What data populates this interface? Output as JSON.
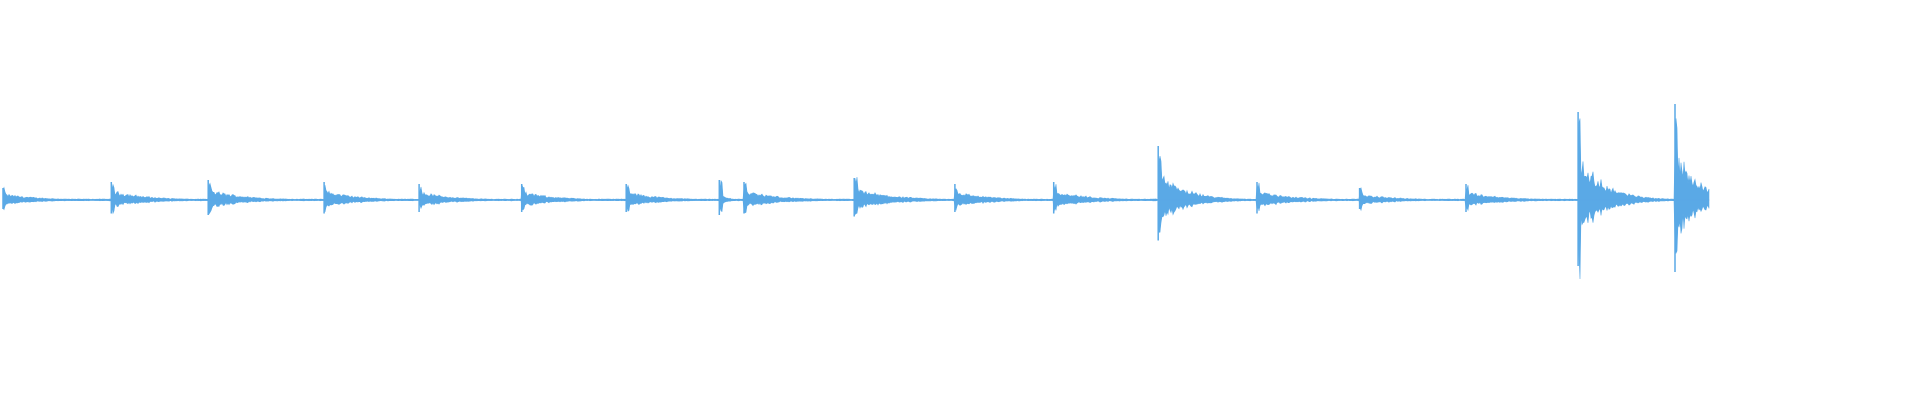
{
  "waveform": {
    "color": "#5aa9e6",
    "baseline_amplitude": 0.005,
    "transients": [
      {
        "time": 0.0,
        "peak": 0.06,
        "decay": 0.018
      },
      {
        "time": 0.057,
        "peak": 0.09,
        "decay": 0.018
      },
      {
        "time": 0.108,
        "peak": 0.1,
        "decay": 0.018
      },
      {
        "time": 0.169,
        "peak": 0.09,
        "decay": 0.017
      },
      {
        "time": 0.219,
        "peak": 0.08,
        "decay": 0.017
      },
      {
        "time": 0.273,
        "peak": 0.08,
        "decay": 0.017
      },
      {
        "time": 0.328,
        "peak": 0.08,
        "decay": 0.017
      },
      {
        "time": 0.377,
        "peak": 0.1,
        "decay": 0.003
      },
      {
        "time": 0.39,
        "peak": 0.09,
        "decay": 0.018
      },
      {
        "time": 0.448,
        "peak": 0.11,
        "decay": 0.019
      },
      {
        "time": 0.501,
        "peak": 0.08,
        "decay": 0.018
      },
      {
        "time": 0.553,
        "peak": 0.09,
        "decay": 0.018
      },
      {
        "time": 0.608,
        "peak": 0.27,
        "decay": 0.014
      },
      {
        "time": 0.66,
        "peak": 0.09,
        "decay": 0.018
      },
      {
        "time": 0.714,
        "peak": 0.06,
        "decay": 0.018
      },
      {
        "time": 0.77,
        "peak": 0.08,
        "decay": 0.018
      },
      {
        "time": 0.829,
        "peak": 0.44,
        "decay": 0.013
      },
      {
        "time": 0.88,
        "peak": 0.48,
        "decay": 0.012
      }
    ],
    "end_time": 0.898
  }
}
